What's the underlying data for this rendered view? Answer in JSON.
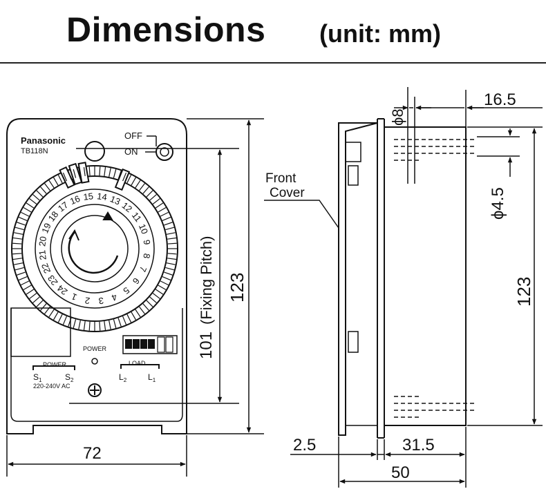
{
  "header": {
    "title": "Dimensions",
    "unit": "(unit: mm)"
  },
  "front_view": {
    "brand": "Panasonic",
    "model": "TB118N",
    "switch_off": "OFF",
    "switch_on": "ON",
    "power_lamp": "POWER",
    "power_terminal_label": "POWER",
    "terminal_s1": "S",
    "terminal_s1_sub": "1",
    "terminal_s2": "S",
    "terminal_s2_sub": "2",
    "voltage": "220-240V AC",
    "load_terminal_label": "LOAD",
    "terminal_l2": "L",
    "terminal_l2_sub": "2",
    "terminal_l1": "L",
    "terminal_l1_sub": "1",
    "dial_numbers": [
      "16",
      "15",
      "14",
      "13",
      "12",
      "11",
      "10",
      "9",
      "8",
      "7",
      "6",
      "5",
      "4",
      "3",
      "2",
      "1",
      "24",
      "23",
      "22",
      "21",
      "20",
      "19",
      "18",
      "17"
    ],
    "dim_width": "72",
    "dim_height": "123",
    "dim_fixing_pitch": "101",
    "fixing_pitch_label": "(Fixing Pitch)"
  },
  "side_view": {
    "front_cover_line1": "Front",
    "front_cover_line2": "Cover",
    "dim_hole_large": "8",
    "dim_hole_small": "4.5",
    "phi_symbol": "ϕ",
    "dim_offset": "16.5",
    "dim_height": "123",
    "dim_cover": "2.5",
    "dim_body": "31.5",
    "dim_depth": "50"
  },
  "colors": {
    "line": "#111111",
    "background": "#ffffff"
  }
}
